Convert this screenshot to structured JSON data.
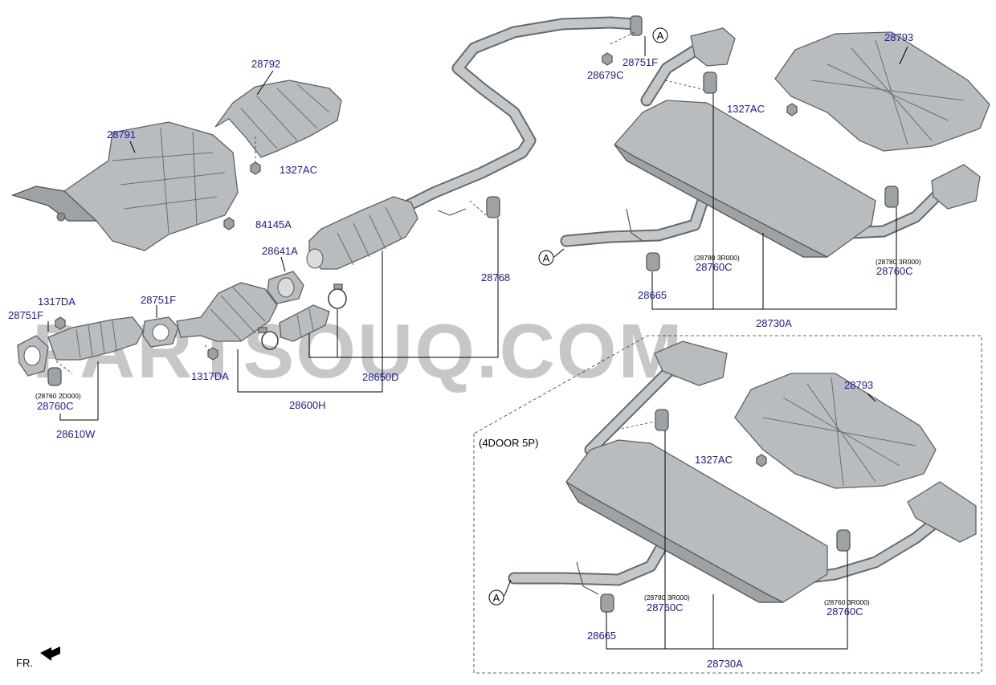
{
  "labels": {
    "p28792": "28792",
    "p28791": "28791",
    "p1327AC_a": "1327AC",
    "p84145A": "84145A",
    "p28641A": "28641A",
    "p28768": "28768",
    "p1317DA_a": "1317DA",
    "p28751F_a": "28751F",
    "p28751F_b": "28751F",
    "p1317DA_b": "1317DA",
    "p28760C_a_sub": "(28760 2D000)",
    "p28760C_a": "28760C",
    "p28610W": "28610W",
    "p28600H": "28600H",
    "p28650D": "28650D",
    "p28679C": "28679C",
    "p28751F_c": "28751F",
    "p28793_a": "28793",
    "p1327AC_b": "1327AC",
    "p28760C_b_sub": "(28780 3R000)",
    "p28760C_b": "28760C",
    "p28760C_c_sub": "(28780 3R000)",
    "p28760C_c": "28760C",
    "p28665_a": "28665",
    "p28730A_a": "28730A",
    "variant": "(4DOOR 5P)",
    "p28793_b": "28793",
    "p1327AC_c": "1327AC",
    "p28760C_d_sub": "(28780 3R000)",
    "p28760C_d": "28760C",
    "p28760C_e_sub": "(28760 3R000)",
    "p28760C_e": "28760C",
    "p28665_b": "28665",
    "p28730A_b": "28730A",
    "ref_a1": "A",
    "ref_a2": "A",
    "ref_a3": "A",
    "front": "FR."
  },
  "watermark": "PARTSOUQ.COM",
  "colors": {
    "label": "#1a1aa6",
    "part_fill": "#b9bcbe",
    "part_stroke": "#5e6264"
  }
}
